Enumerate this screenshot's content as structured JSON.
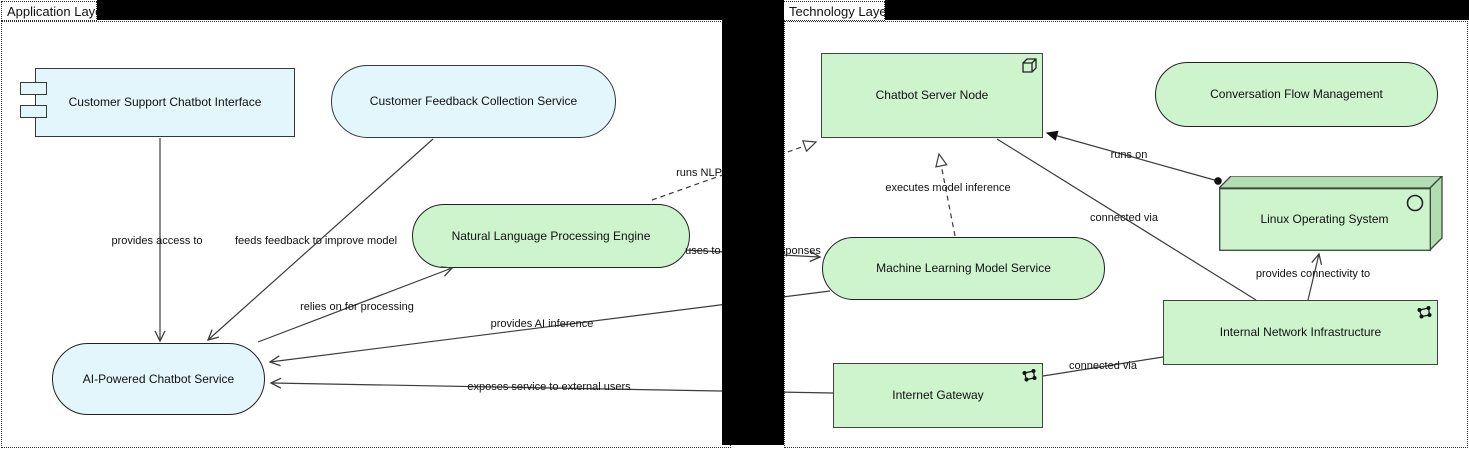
{
  "panels": {
    "application": {
      "label": "Application Layer"
    },
    "technology": {
      "label": "Technology Layer"
    }
  },
  "colors": {
    "application_fill": "#e3f6fb",
    "technology_fill": "#cdf4cd",
    "technology_3d_face": "#b2ddb2",
    "node_border": "#333333",
    "edge_line": "#3c3c3c",
    "redaction_bar": "#000000"
  },
  "icons": {
    "component": "uml-component-tabs-icon",
    "node_box": "cube-icon",
    "system_software": "circle-icon",
    "network": "network-dots-icon"
  },
  "nodes": {
    "customer_support_chatbot_interface": {
      "label": "Customer Support Chatbot Interface"
    },
    "customer_feedback_collection_service": {
      "label": "Customer Feedback Collection Service"
    },
    "natural_language_processing_engine": {
      "label": "Natural Language Processing Engine"
    },
    "ai_powered_chatbot_service": {
      "label": "AI-Powered Chatbot Service"
    },
    "chatbot_server_node": {
      "label": "Chatbot Server Node"
    },
    "conversation_flow_management": {
      "label": "Conversation Flow Management"
    },
    "machine_learning_model_service": {
      "label": "Machine Learning Model Service"
    },
    "linux_operating_system": {
      "label": "Linux Operating System"
    },
    "internal_network_infrastructure": {
      "label": "Internal Network Infrastructure"
    },
    "internet_gateway": {
      "label": "Internet Gateway"
    }
  },
  "edges": {
    "provides_access_to": {
      "label": "provides access to"
    },
    "feeds_feedback": {
      "label": "feeds feedback to improve model"
    },
    "relies_on": {
      "label": "relies on for processing"
    },
    "runs_nlp": {
      "label": "runs NLP"
    },
    "uses_to_generate": {
      "label": "uses to generate responses"
    },
    "provides_ai_inference": {
      "label": "provides AI inference"
    },
    "exposes_service": {
      "label": "exposes service to external users"
    },
    "executes_model_inference": {
      "label": "executes model inference"
    },
    "runs_on": {
      "label": "runs on"
    },
    "connected_via_node": {
      "label": "connected via"
    },
    "provides_connectivity": {
      "label": "provides connectivity to"
    },
    "connected_via_gateway": {
      "label": "connected via"
    }
  }
}
